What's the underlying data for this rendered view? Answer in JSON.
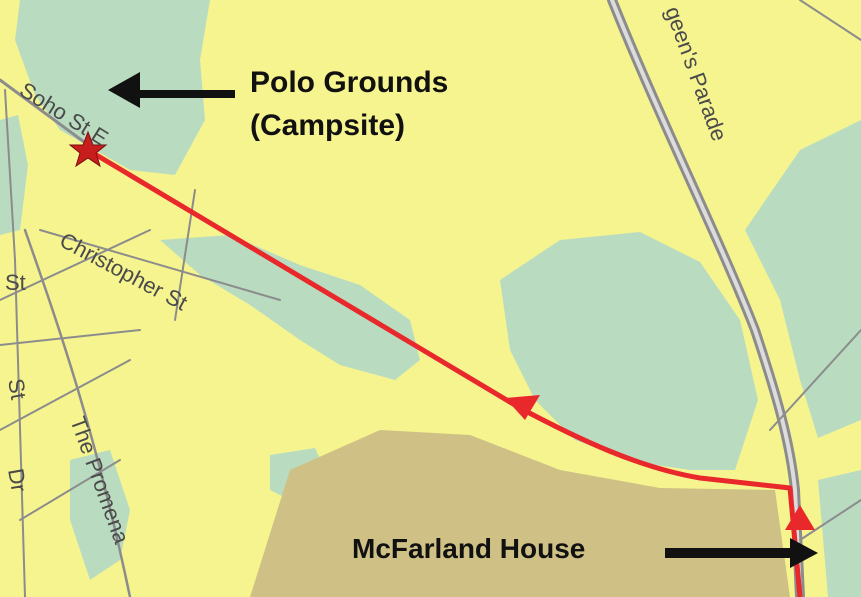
{
  "map": {
    "colors": {
      "land": "#f6f48f",
      "park": "#b9dcc0",
      "built": "#cfc185",
      "road": "#8c8c8c",
      "route": "#e8282b",
      "arrow": "#111111"
    },
    "roads": {
      "soho": "Soho St E",
      "christopher": "Christopher St",
      "parade": "geen's Parade",
      "promenade": "The Promena",
      "st": "St",
      "st2": "St",
      "dr": "Dr"
    },
    "callouts": {
      "polo_line1": "Polo Grounds",
      "polo_line2": "(Campsite)",
      "mcfarland": "McFarland House"
    },
    "icons": {
      "campsite": "star-icon",
      "route_direction": "arrowhead-icon"
    }
  }
}
